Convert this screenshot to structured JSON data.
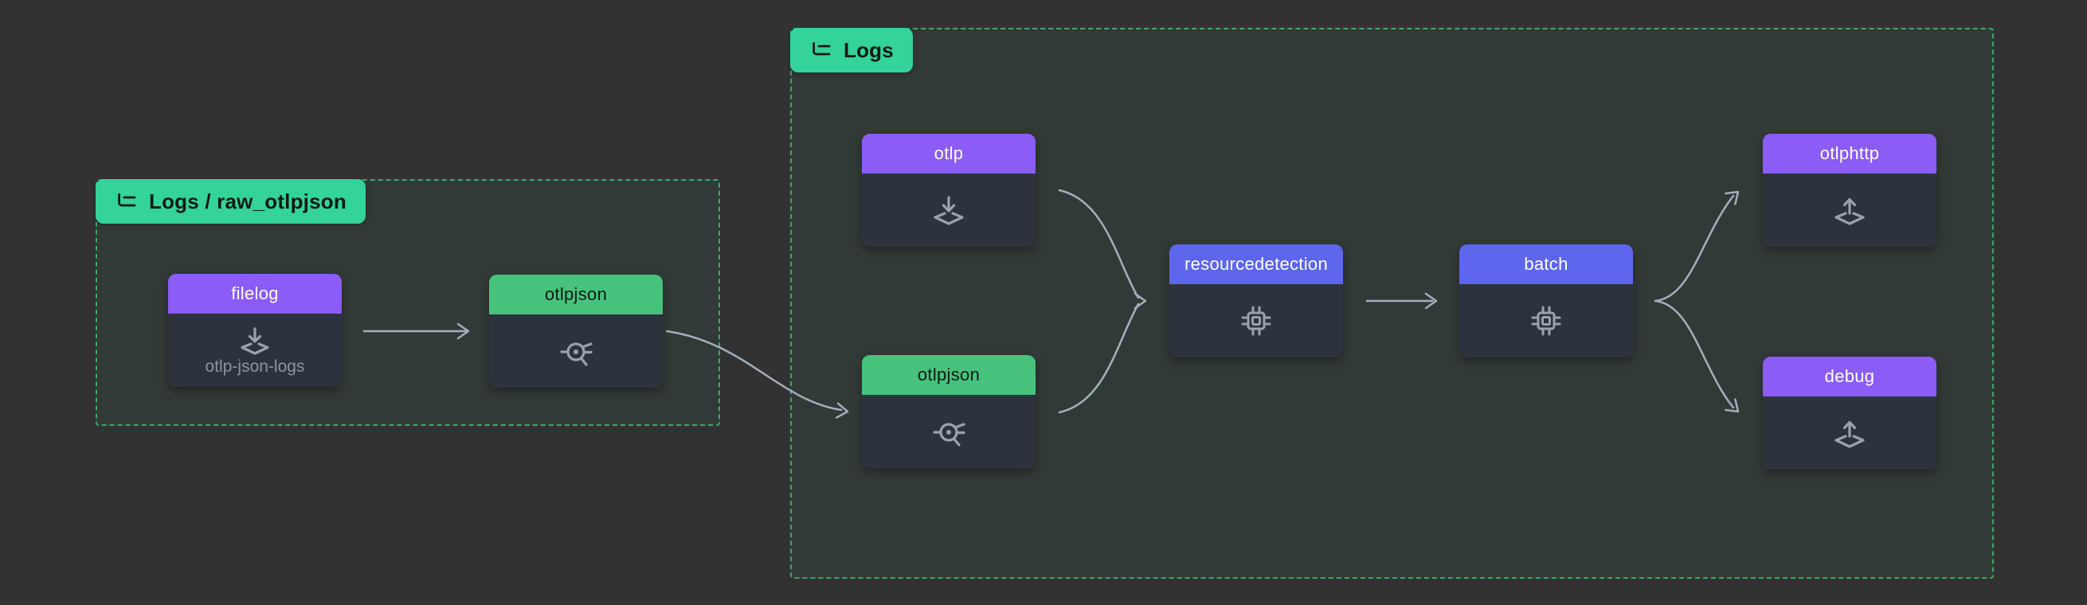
{
  "diagram": {
    "groups": [
      {
        "id": "logs-raw-otlpjson",
        "label": "Logs / raw_otlpjson",
        "icon": "list-tree-icon"
      },
      {
        "id": "logs",
        "label": "Logs",
        "icon": "list-tree-icon"
      }
    ],
    "nodes": [
      {
        "id": "filelog",
        "title": "filelog",
        "subtitle": "otlp-json-logs",
        "type": "receiver",
        "icon": "receiver-icon",
        "header_color": "#8b5cf6"
      },
      {
        "id": "otlpjson-1",
        "title": "otlpjson",
        "type": "connector",
        "icon": "connector-icon",
        "header_color": "#46c27d"
      },
      {
        "id": "otlp",
        "title": "otlp",
        "type": "receiver",
        "icon": "receiver-icon",
        "header_color": "#8b5cf6"
      },
      {
        "id": "otlpjson-2",
        "title": "otlpjson",
        "type": "connector",
        "icon": "connector-icon",
        "header_color": "#46c27d"
      },
      {
        "id": "resourcedetection",
        "title": "resourcedetection",
        "type": "processor",
        "icon": "processor-icon",
        "header_color": "#5d66ec"
      },
      {
        "id": "batch",
        "title": "batch",
        "type": "processor",
        "icon": "processor-icon",
        "header_color": "#5d66ec"
      },
      {
        "id": "otlphttp",
        "title": "otlphttp",
        "type": "exporter",
        "icon": "exporter-icon",
        "header_color": "#8b5cf6"
      },
      {
        "id": "debug",
        "title": "debug",
        "type": "exporter",
        "icon": "exporter-icon",
        "header_color": "#8b5cf6"
      }
    ],
    "edges": [
      {
        "from": "filelog",
        "to": "otlpjson-1"
      },
      {
        "from": "otlpjson-1",
        "to": "otlpjson-2"
      },
      {
        "from": "otlp",
        "to": "resourcedetection"
      },
      {
        "from": "otlpjson-2",
        "to": "resourcedetection"
      },
      {
        "from": "resourcedetection",
        "to": "batch"
      },
      {
        "from": "batch",
        "to": "otlphttp"
      },
      {
        "from": "batch",
        "to": "debug"
      }
    ],
    "colors": {
      "canvas_background": "#323232",
      "group_border": "#3da76b",
      "group_fill": "rgba(52,211,153,0.05)",
      "group_label_background": "#34d399",
      "group_label_text": "#0c1a12",
      "node_body": "#2d333d",
      "header_purple": "#8b5cf6",
      "header_blue": "#5d66ec",
      "header_green": "#46c27d",
      "subtitle_text": "#8d949e",
      "icon_stroke": "#9aa2ac",
      "edge_stroke": "#a2b0ba"
    }
  }
}
